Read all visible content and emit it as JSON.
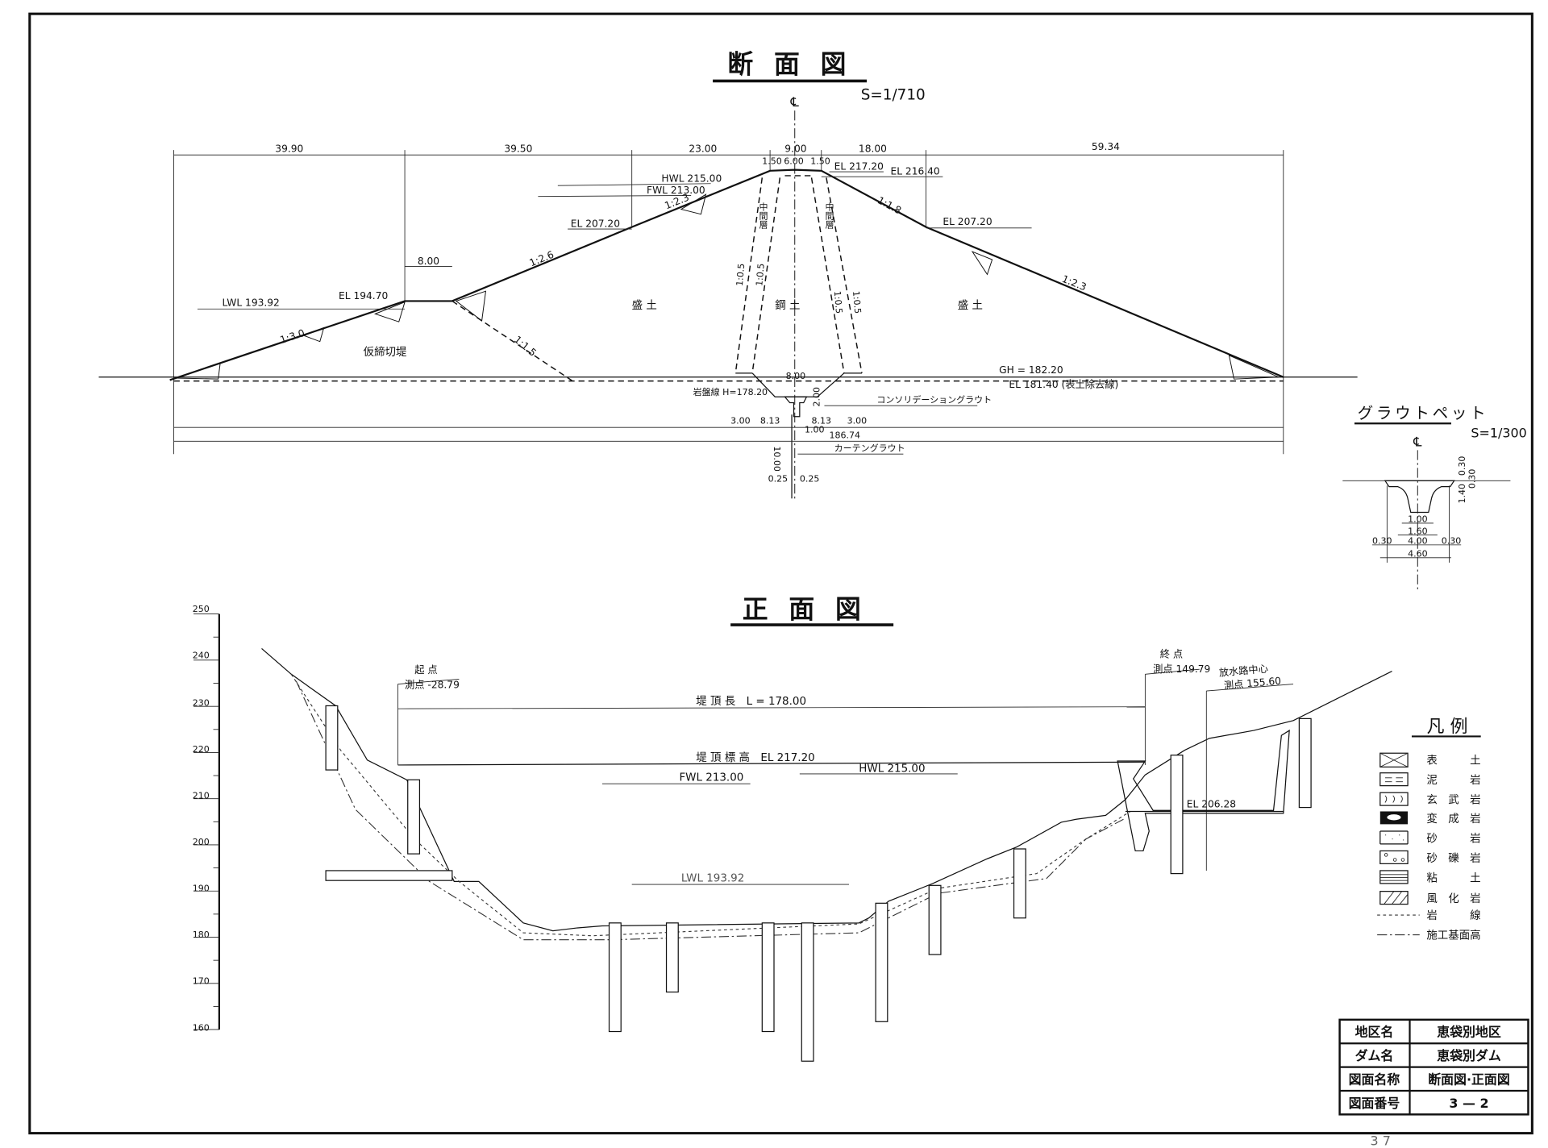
{
  "section": {
    "title": "断 面 図",
    "scale": "S=1/710",
    "centerline": "℄",
    "top_dims": [
      "39.90",
      "39.50",
      "23.00",
      "9.00",
      "18.00",
      "59.34"
    ],
    "crest_dims": [
      "1.50",
      "6.00",
      "1.50"
    ],
    "el_crest": "EL 217.20",
    "el_crest_right": "EL 216.40",
    "hwl": "HWL 215.00",
    "fwl": "FWL 213.00",
    "el_left_break": "EL 207.20",
    "el_right_break": "EL 207.20",
    "slope_ul": "1:2.3",
    "slope_um": "1:2.6",
    "slope_ll": "1:3.0",
    "slope_dr1": "1:1.8",
    "slope_dr2": "1:2.3",
    "slope_cof": "1:1.5",
    "slope_core": [
      "1:0.5",
      "1:0.5",
      "1:0.5",
      "1:0.5"
    ],
    "berm_width": "8.00",
    "lwl": "LWL 193.92",
    "el_berm": "EL 194.70",
    "zone_left": "盛 土",
    "zone_core": "鋼 土",
    "zone_right": "盛 土",
    "zone_cofferdam": "仮締切堤",
    "filter_label": "中間層",
    "gh": "GH = 182.20",
    "el_strip": "EL 181.40 (表土除去線)",
    "rock_line": "岩盤線 H=178.20",
    "trench_width": "8.00",
    "grout_depth": "2.00",
    "consolidation": "コンソリデーショングラウト",
    "bottom_dims": [
      "3.00",
      "8.13",
      "8.13",
      "3.00"
    ],
    "grout_width": "1.00",
    "base_width": "186.74",
    "curtain_depth": "10.00",
    "curtain": "カーテングラウト",
    "curtain_dims": [
      "0.25",
      "0.25"
    ]
  },
  "grout_pet": {
    "title": "グラウトペット",
    "scale": "S=1/300",
    "centerline": "℄",
    "dims": [
      "0.30",
      "0.30",
      "1.40",
      "1.00",
      "1.60",
      "0.30",
      "4.00",
      "0.30",
      "4.60"
    ]
  },
  "front": {
    "title": "正 面 図",
    "axis_ticks": [
      "250",
      "240",
      "230",
      "220",
      "210",
      "200",
      "190",
      "180",
      "170",
      "160"
    ],
    "start_label": "起 点",
    "start_station": "測点 -28.79",
    "end_label": "終 点",
    "end_station": "測点 149.79",
    "spillway_label": "放水路中心",
    "spillway_station": "測点 155.60",
    "crest_length": "堤 頂 長　L = 178.00",
    "crest_elev": "堤 頂 標 高　EL 217.20",
    "fwl": "FWL 213.00",
    "hwl": "HWL 215.00",
    "lwl": "LWL 193.92",
    "el_spillway": "EL 206.28"
  },
  "legend": {
    "title": "凡 例",
    "items": [
      "表　　　土",
      "泥　　　岩",
      "玄　武　岩",
      "変　成　岩",
      "砂　　　岩",
      "砂　礫　岩",
      "粘　　　土",
      "風　化　岩",
      "岩　　　線",
      "施工基面高"
    ]
  },
  "title_block": {
    "rows": [
      {
        "label": "地区名",
        "value": "恵袋別地区"
      },
      {
        "label": "ダム名",
        "value": "恵袋別ダム"
      },
      {
        "label": "図面名称",
        "value": "断面図·正面図"
      },
      {
        "label": "図面番号",
        "value": "3 — 2"
      }
    ]
  },
  "page_number": "3 7"
}
